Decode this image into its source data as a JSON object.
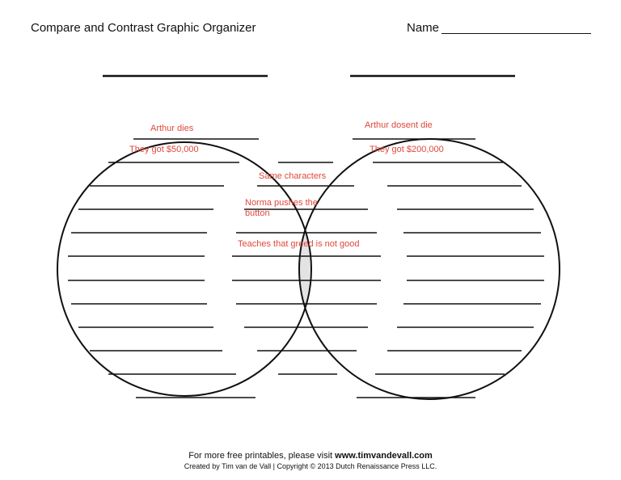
{
  "header": {
    "title": "Compare and Contrast Graphic Organizer",
    "name_label": "Name"
  },
  "left_circle": {
    "entries": [
      "Arthur dies",
      "They got $50,000"
    ]
  },
  "right_circle": {
    "entries": [
      "Arthur dosent die",
      "They got $200,000"
    ]
  },
  "overlap": {
    "entries": [
      "Same characters",
      "Norma pushes the",
      "button",
      "Teaches that greed is not good"
    ]
  },
  "footer": {
    "line1_prefix": "For more free printables, please visit",
    "line1_link": "www.timvandevall.com",
    "line2": "Created by Tim van de Vall | Copyright © 2013 Dutch Renaissance Press LLC."
  },
  "colors": {
    "annotation": "#e0473a",
    "overlap_fill": "#e3e3e3",
    "ink": "#111111"
  }
}
